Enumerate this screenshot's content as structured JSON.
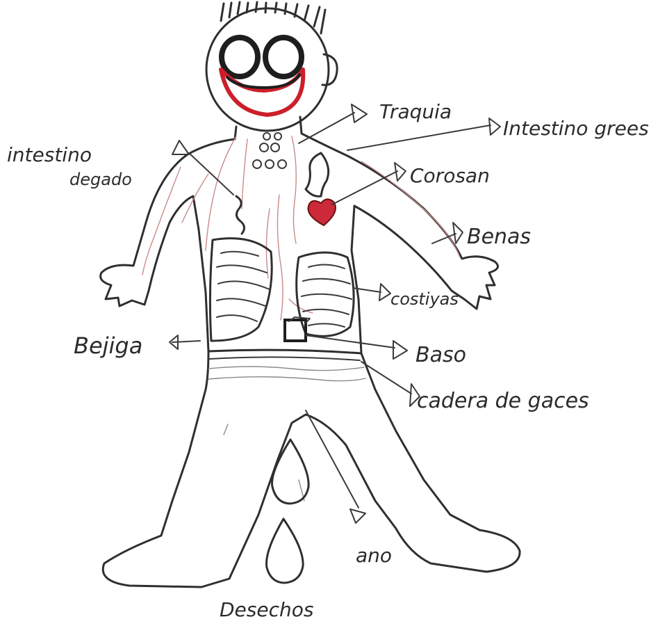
{
  "labels": {
    "intestino_delgado_1": "intestino",
    "intestino_delgado_2": "degado",
    "traquea": "Traquia",
    "intestino_grueso": "Intestino grees",
    "corazon": "Corosan",
    "venas": "Benas",
    "costillas": "costiyas",
    "vejiga": "Bejiga",
    "bazo": "Baso",
    "cadera": "cadera de gaces",
    "ano": "ano",
    "desechos": "Desechos"
  },
  "colors": {
    "pencil": "#2f2f2f",
    "red_marker": "#cc1f2a",
    "red_pencil": "#c98a8a"
  }
}
